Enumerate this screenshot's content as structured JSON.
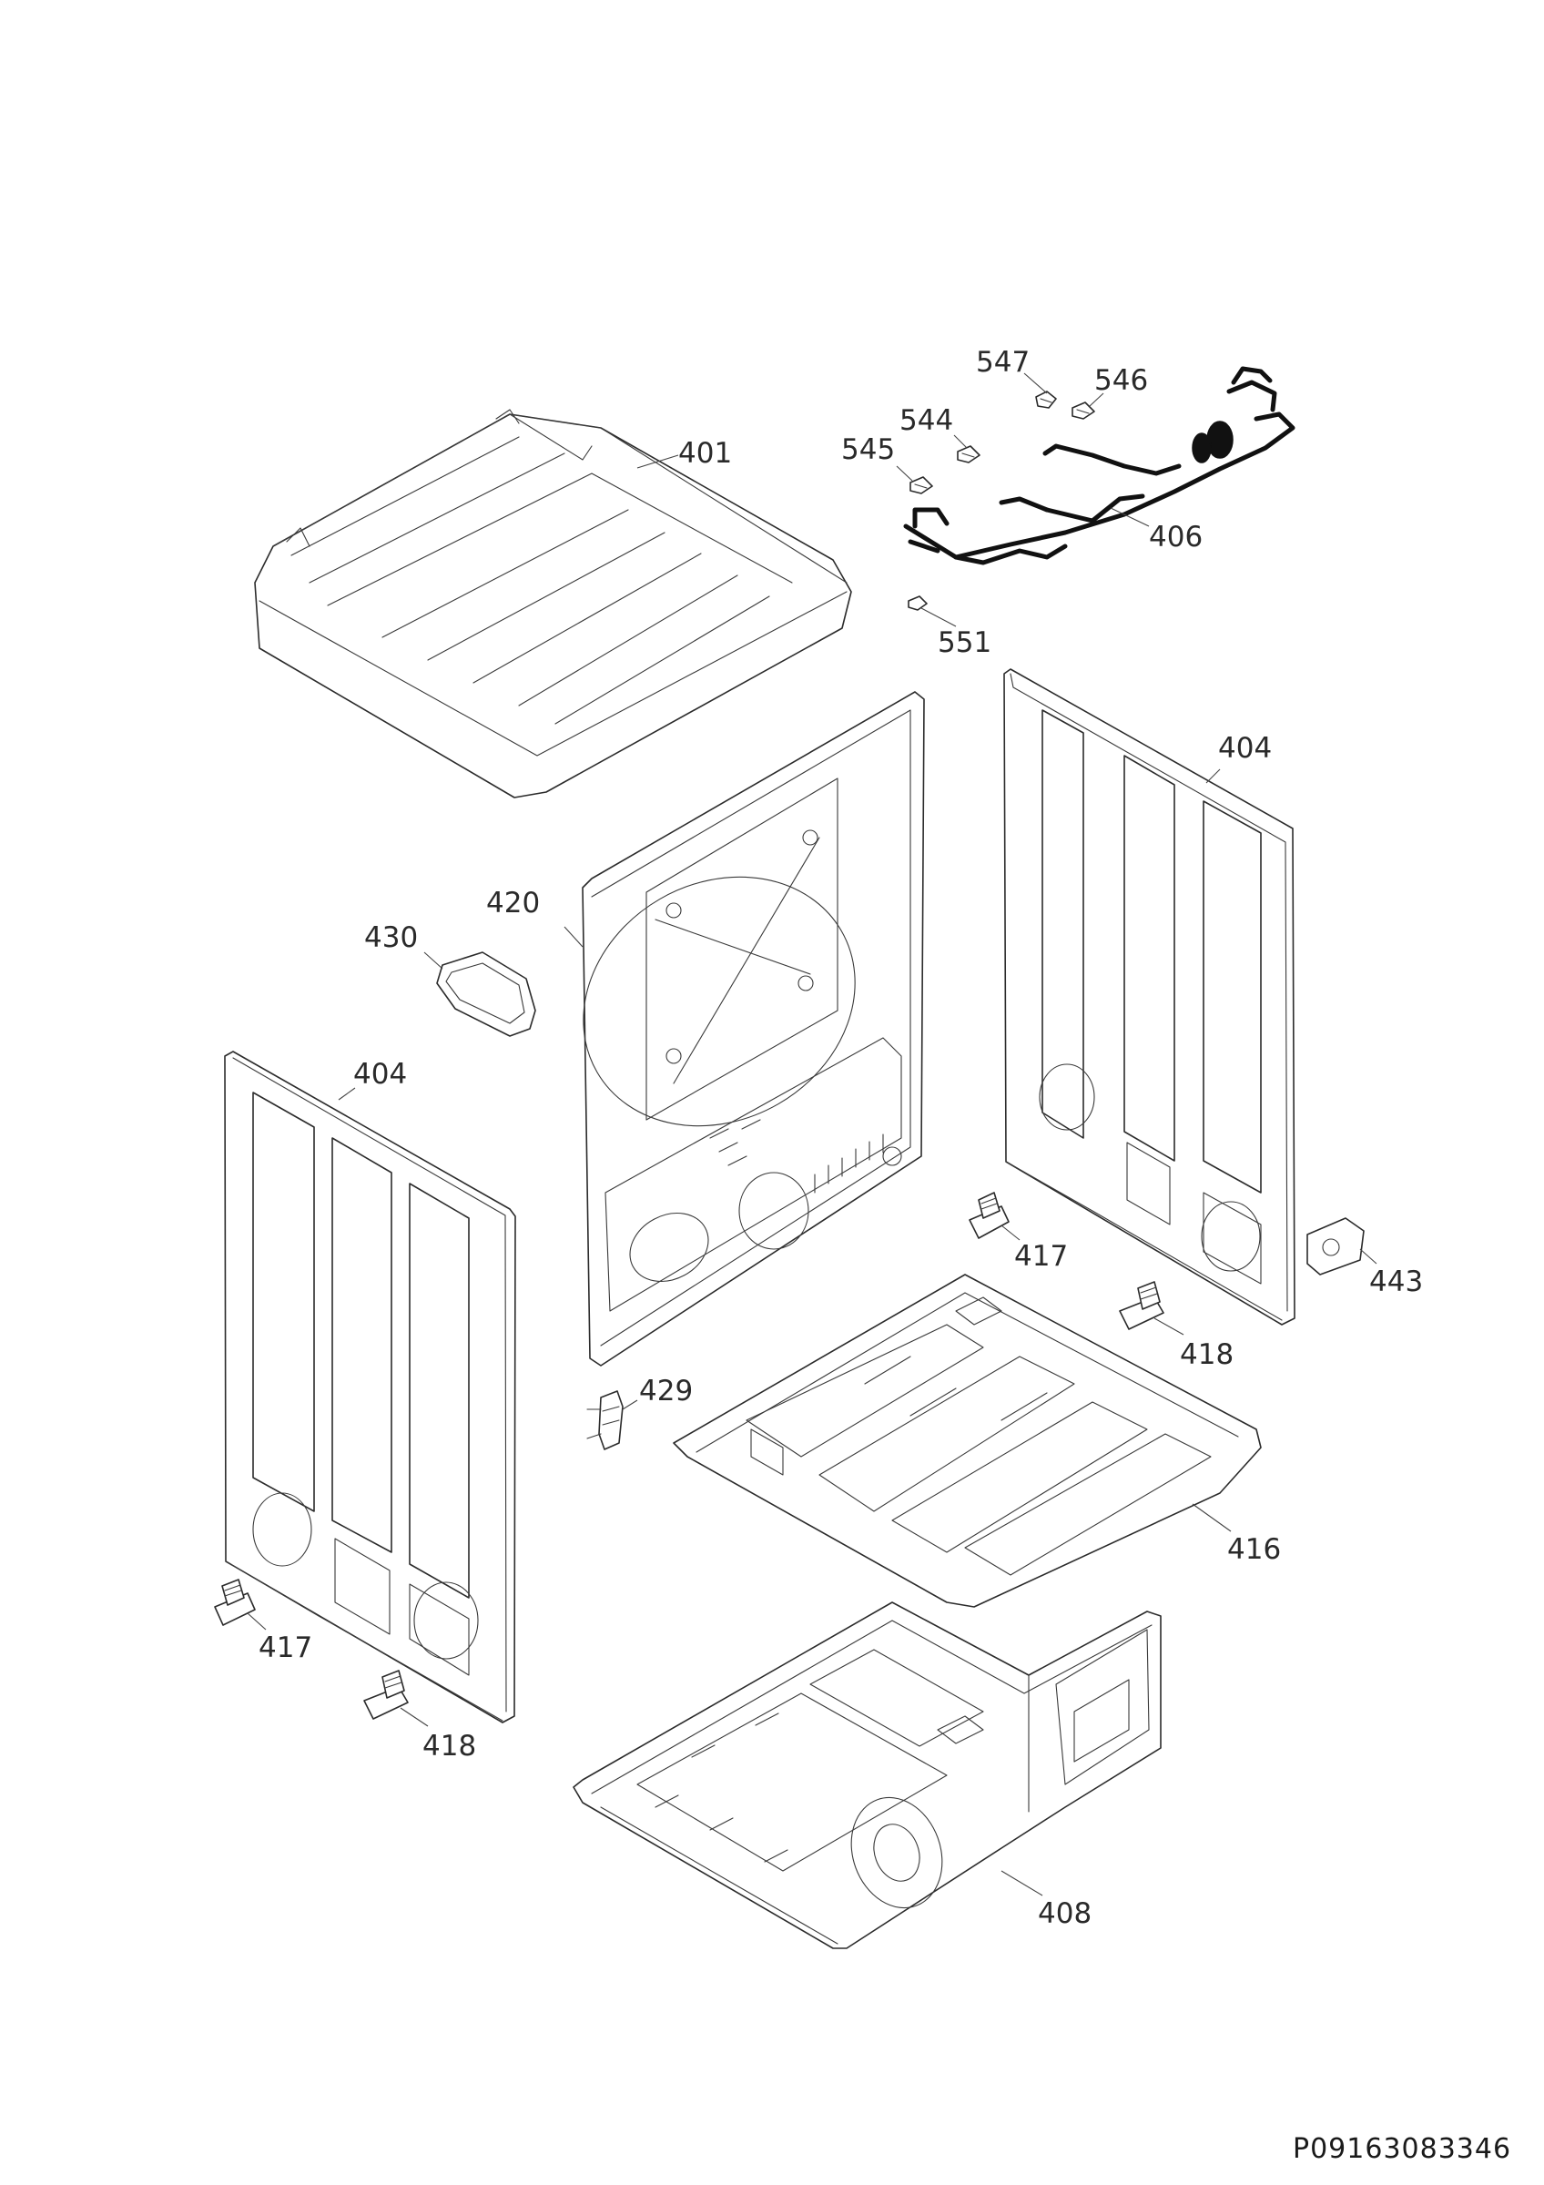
{
  "callouts": {
    "c401": "401",
    "c406": "406",
    "c547": "547",
    "c546": "546",
    "c544": "544",
    "c545": "545",
    "c551": "551",
    "c404_right": "404",
    "c404_left": "404",
    "c420": "420",
    "c430": "430",
    "c417_center": "417",
    "c417_left": "417",
    "c418_center": "418",
    "c418_left": "418",
    "c443": "443",
    "c429": "429",
    "c416": "416",
    "c408": "408"
  },
  "document_ref": "P09163083346"
}
